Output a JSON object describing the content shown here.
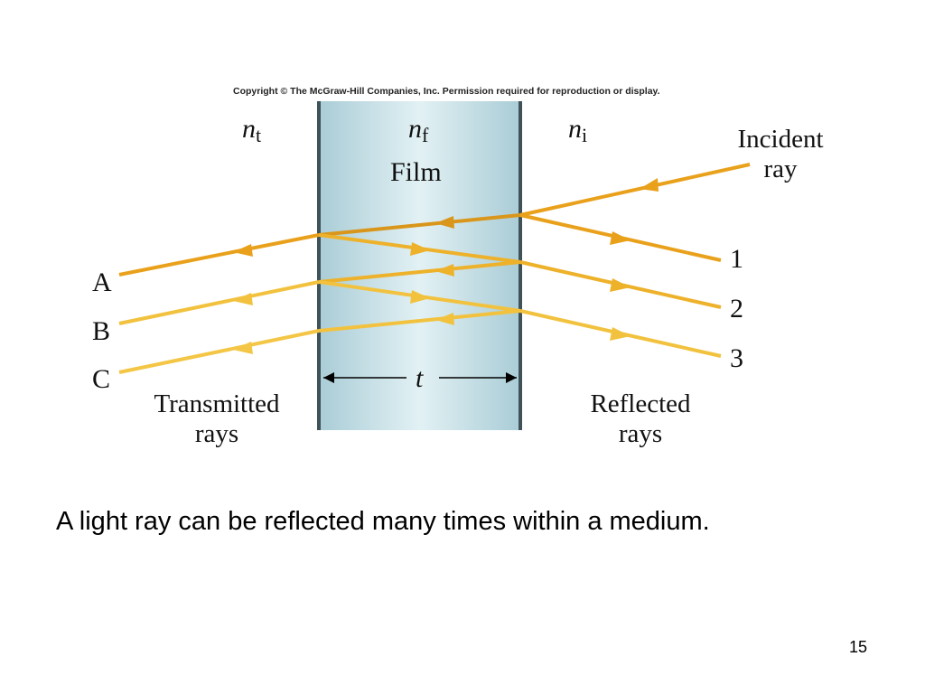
{
  "slide": {
    "copyright": "Copyright © The McGraw-Hill Companies, Inc. Permission required for reproduction or display.",
    "caption": "A light ray can be reflected many times within a medium.",
    "page_number": "15"
  },
  "diagram": {
    "index_labels": {
      "n_symbol": "n",
      "transmitted_sub": "t",
      "film_sub": "f",
      "incident_sub": "i"
    },
    "film_label": "Film",
    "incident_label": [
      "Incident",
      "ray"
    ],
    "transmitted_label": [
      "Transmitted",
      "rays"
    ],
    "reflected_label": [
      "Reflected",
      "rays"
    ],
    "reflected_numbers": [
      "1",
      "2",
      "3"
    ],
    "transmitted_letters": [
      "A",
      "B",
      "C"
    ],
    "thickness_label": "t",
    "colors": {
      "film_fill": "#cfe6ec",
      "film_edge": "#3f5257",
      "ray_primary": "#e9a11c",
      "ray_secondary": "#f2c23e",
      "arrow": "#000000"
    }
  }
}
